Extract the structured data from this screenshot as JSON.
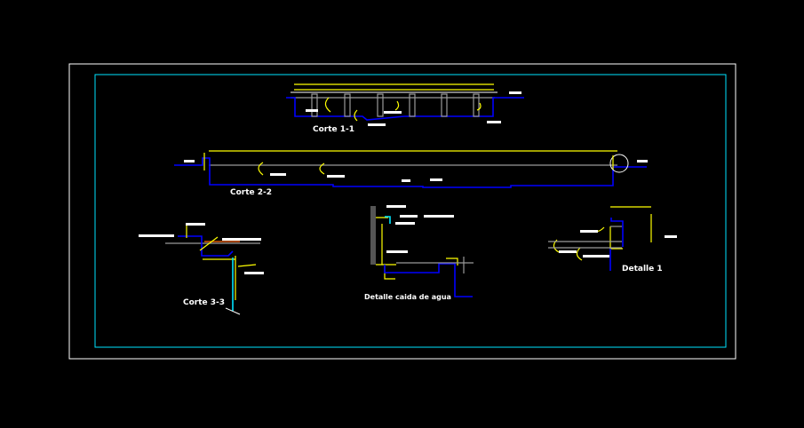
{
  "drawing": {
    "background": "#000000",
    "colors": {
      "frame_outer": "#ffffff",
      "frame_inner": "#00e5ff",
      "dimension": "#ffff00",
      "ground": "#0000ff",
      "concrete": "#9a9a9a"
    },
    "views": [
      {
        "title": "Corte 1-1"
      },
      {
        "title": "Corte 2-2"
      },
      {
        "title": "Corte 3-3"
      },
      {
        "title": "Detalle caida de agua"
      },
      {
        "title": "Detalle 1"
      }
    ]
  }
}
